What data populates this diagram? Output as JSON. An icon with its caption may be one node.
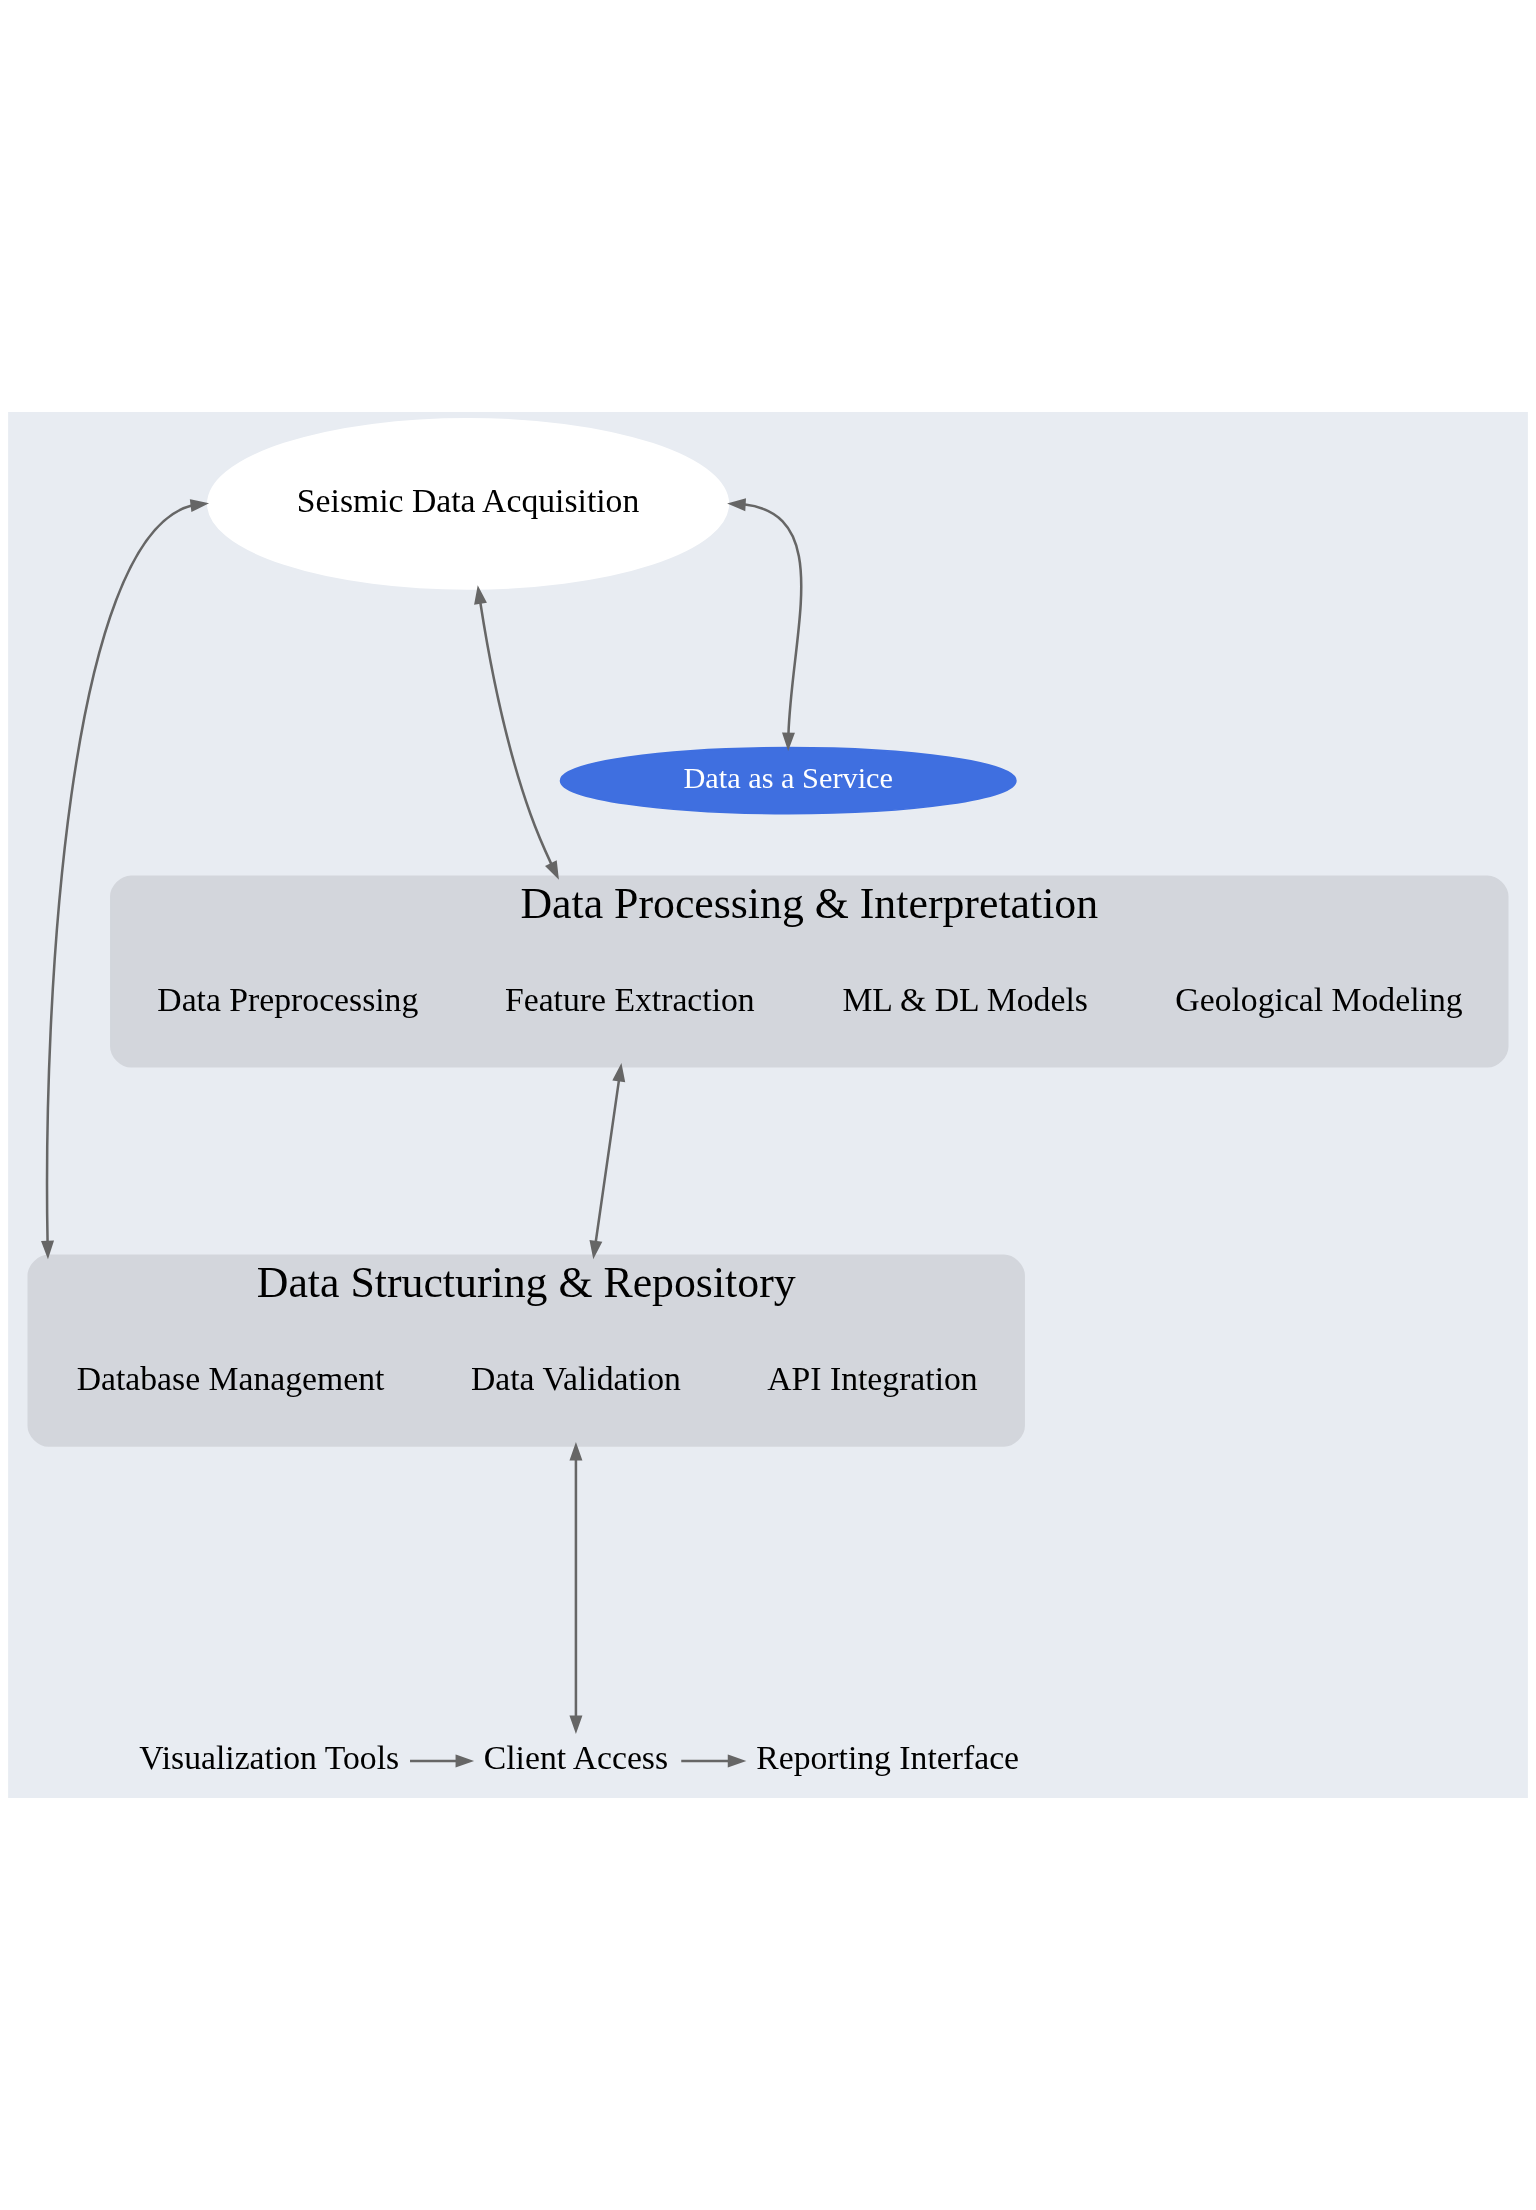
{
  "diagram": {
    "nodes": [
      {
        "text": [
          "Seismic Data Acquisition"
        ]
      },
      {
        "text": [
          "Data Processing & Interpretation"
        ]
      },
      {
        "text": [
          "Data Preprocessing"
        ],
        "in": 1
      },
      {
        "text": [
          "Feature Extraction"
        ],
        "in": 1
      },
      {
        "text": [
          "ML & DL Models"
        ],
        "in": 1
      },
      {
        "text": [
          "Geological Modeling"
        ],
        "in": 1
      },
      {
        "text": [
          "Data Structuring & Repository"
        ]
      },
      {
        "text": [
          "Database Management"
        ],
        "in": 6
      },
      {
        "text": [
          "Data Validation"
        ],
        "in": 6
      },
      {
        "text": [
          "API Integration"
        ],
        "in": 6
      },
      {
        "text": [
          "Data as a Service"
        ]
      },
      {
        "text": [
          "Visualization Tools"
        ]
      },
      {
        "text": [
          "Client Access"
        ]
      },
      {
        "text": [
          "Reporting Interface"
        ]
      }
    ],
    "edges": [
      {
        "from": 0,
        "to": 1,
        "arrow": "both"
      },
      {
        "from": 1,
        "to": 6,
        "arrow": "both"
      },
      {
        "from": 6,
        "to": 12,
        "arrow": "both"
      },
      {
        "from": 0,
        "to": 6,
        "arrow": "both"
      },
      {
        "from": 0,
        "to": 10,
        "arrow": "both"
      },
      {
        "from": 11,
        "to": 12,
        "arrow": "to"
      },
      {
        "from": 12,
        "to": 13,
        "arrow": "to"
      }
    ]
  }
}
